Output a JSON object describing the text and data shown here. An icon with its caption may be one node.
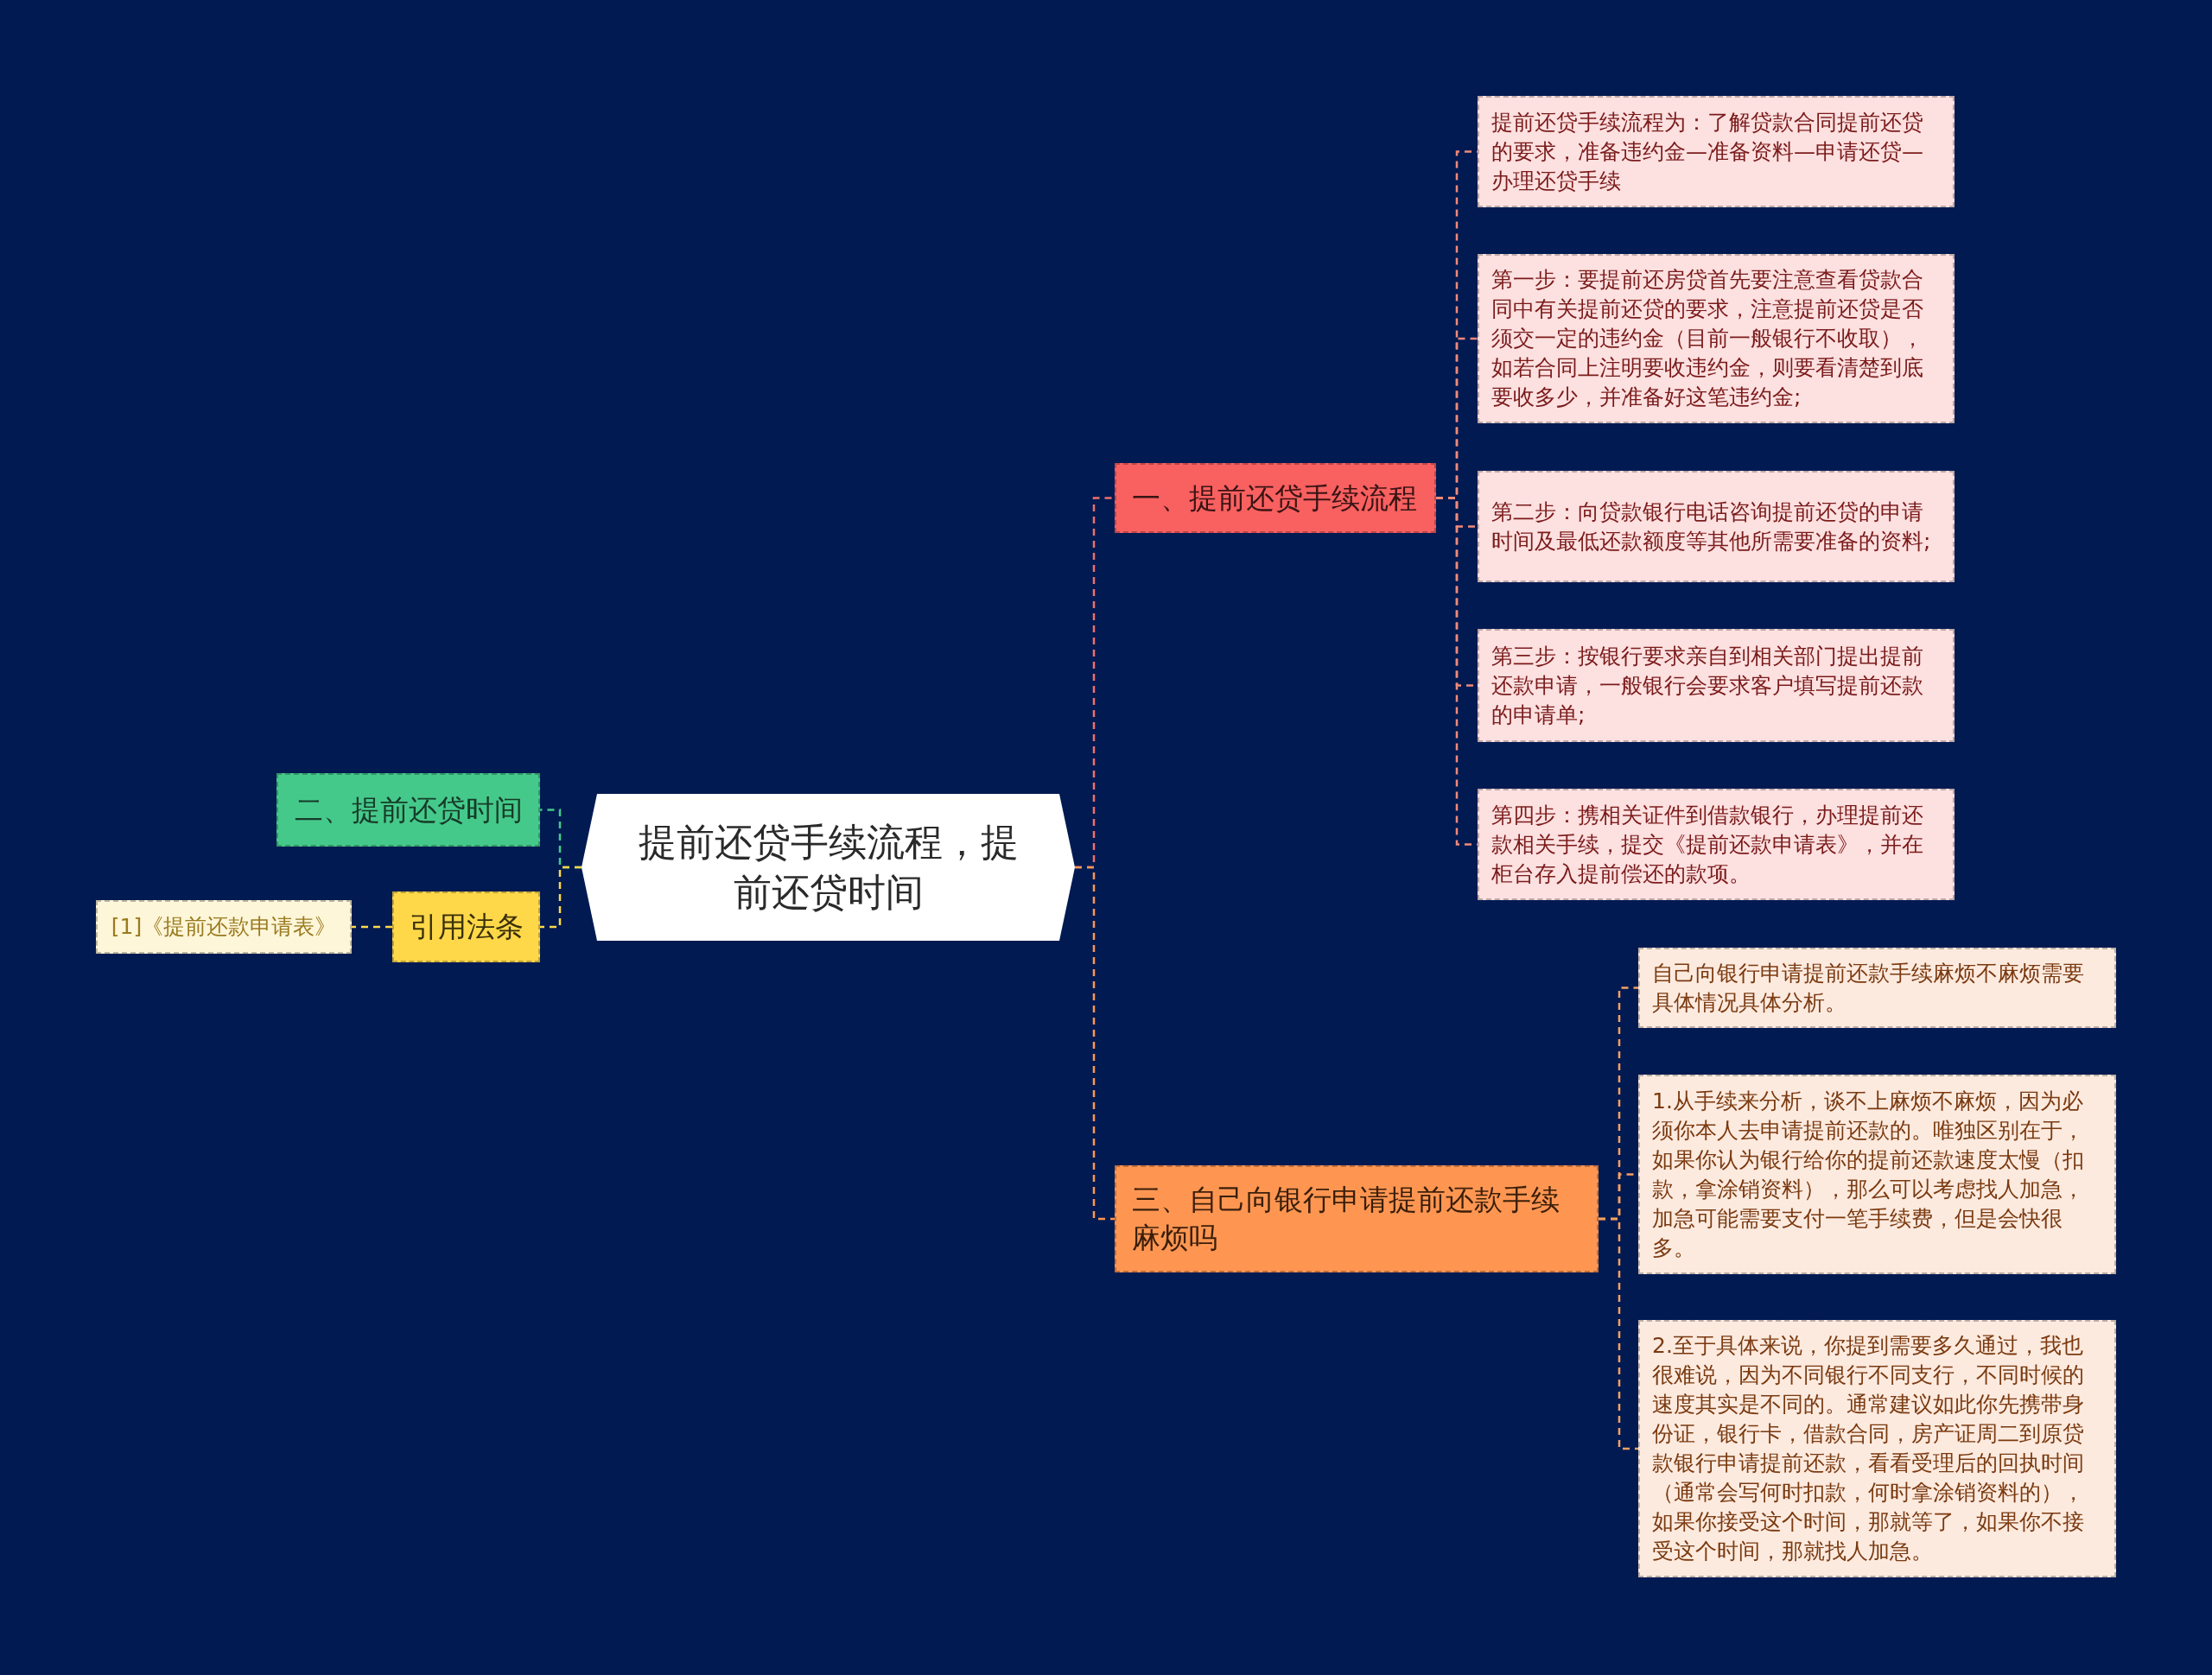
{
  "diagram": {
    "nodes": [
      {
        "text": [
          "提前还贷手续流程，提前还贷时间"
        ]
      },
      {
        "text": [
          "一、提前还贷手续流程"
        ]
      },
      {
        "text": [
          "提前还贷手续流程为：了解贷款合同提前还贷的要求，准备违约金—准备资料—申请还贷—办理还贷手续"
        ]
      },
      {
        "text": [
          "第一步：要提前还房贷首先要注意查看贷款合同中有关提前还贷的要求，注意提前还贷是否须交一定的违约金（目前一般银行不收取），如若合同上注明要收违约金，则要看清楚到底要收多少，并准备好这笔违约金;"
        ]
      },
      {
        "text": [
          "第二步：向贷款银行电话咨询提前还贷的申请时间及最低还款额度等其他所需要准备的资料;"
        ]
      },
      {
        "text": [
          "第三步：按银行要求亲自到相关部门提出提前还款申请，一般银行会要求客户填写提前还款的申请单;"
        ]
      },
      {
        "text": [
          "第四步：携相关证件到借款银行，办理提前还款相关手续，提交《提前还款申请表》，并在柜台存入提前偿还的款项。"
        ]
      },
      {
        "text": [
          "三、自己向银行申请提前还款手续麻烦吗"
        ]
      },
      {
        "text": [
          "自己向银行申请提前还款手续麻烦不麻烦需要具体情况具体分析。"
        ]
      },
      {
        "text": [
          "1.从手续来分析，谈不上麻烦不麻烦，因为必须你本人去申请提前还款的。唯独区别在于，如果你认为银行给你的提前还款速度太慢（扣款，拿涂销资料），那么可以考虑找人加急，加急可能需要支付一笔手续费，但是会快很多。"
        ]
      },
      {
        "text": [
          "2.至于具体来说，你提到需要多久通过，我也很难说，因为不同银行不同支行，不同时候的速度其实是不同的。通常建议如此你先携带身份证，银行卡，借款合同，房产证周二到原贷款银行申请提前还款，看看受理后的回执时间（通常会写何时扣款，何时拿涂销资料的），如果你接受这个时间，那就等了，如果你不接受这个时间，那就找人加急。"
        ]
      },
      {
        "text": [
          "二、提前还贷时间"
        ]
      },
      {
        "text": [
          "引用法条"
        ]
      },
      {
        "text": [
          "[1]《提前还款申请表》"
        ]
      }
    ],
    "edges": [
      {
        "from": 0,
        "to": 1,
        "arrow": "none",
        "color": "#f0706a"
      },
      {
        "from": 1,
        "to": 2,
        "arrow": "none",
        "color": "#f08a7a"
      },
      {
        "from": 1,
        "to": 3,
        "arrow": "none",
        "color": "#f08a7a"
      },
      {
        "from": 1,
        "to": 4,
        "arrow": "none",
        "color": "#f08a7a"
      },
      {
        "from": 1,
        "to": 5,
        "arrow": "none",
        "color": "#f08a7a"
      },
      {
        "from": 1,
        "to": 6,
        "arrow": "none",
        "color": "#f08a7a"
      },
      {
        "from": 0,
        "to": 7,
        "arrow": "none",
        "color": "#fe9652"
      },
      {
        "from": 7,
        "to": 8,
        "arrow": "none",
        "color": "#f5a060"
      },
      {
        "from": 7,
        "to": 9,
        "arrow": "none",
        "color": "#f5a060"
      },
      {
        "from": 7,
        "to": 10,
        "arrow": "none",
        "color": "#f5a060"
      },
      {
        "from": 0,
        "to": 11,
        "arrow": "none",
        "color": "#45c98a"
      },
      {
        "from": 0,
        "to": 12,
        "arrow": "none",
        "color": "#ffd84a"
      },
      {
        "from": 12,
        "to": 13,
        "arrow": "none",
        "color": "#ffd84a"
      }
    ]
  }
}
